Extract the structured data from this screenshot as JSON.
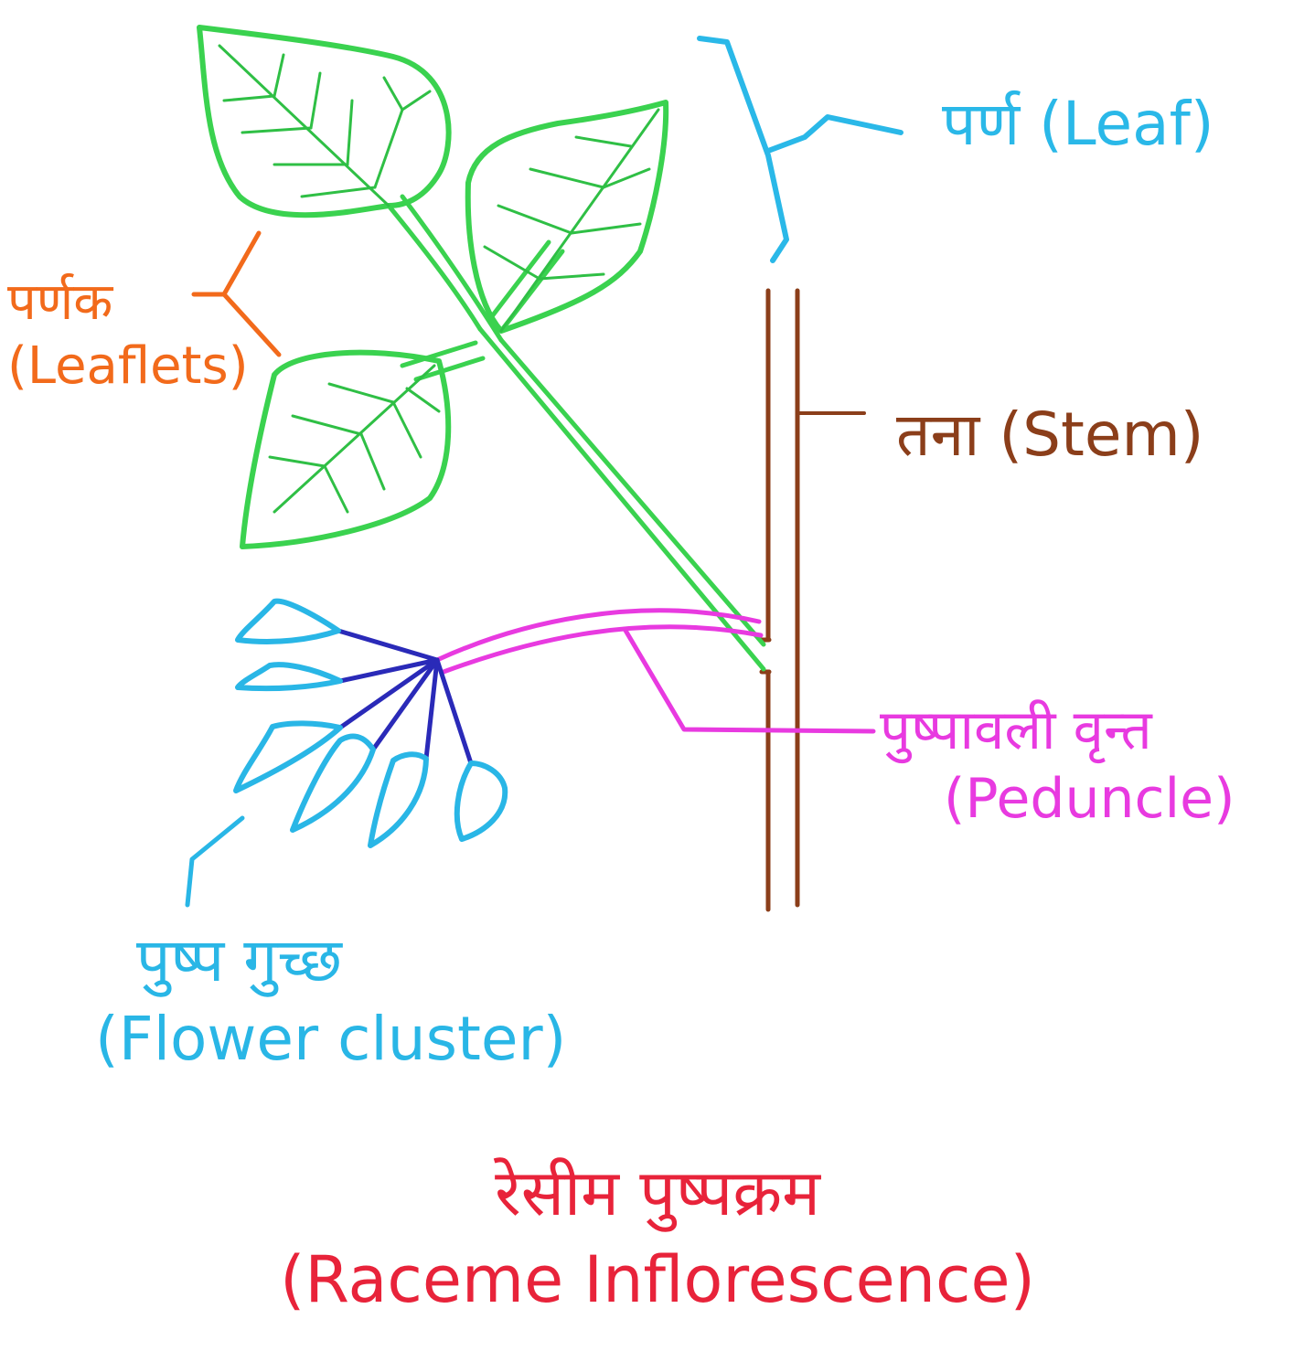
{
  "colors": {
    "leaf_green": "#3ad24f",
    "vein_green": "#2fbf45",
    "leaf_label": "#2ab8e8",
    "leaflets_label": "#f26a1b",
    "stem": "#8b3e1a",
    "peduncle": "#e83ae0",
    "flower_cluster": "#29b6e6",
    "pedicel": "#2a2ab8",
    "title": "#e8233a"
  },
  "labels": {
    "leaf": "पर्ण (Leaf)",
    "leaflets_hindi": "पर्णक",
    "leaflets_english": "(Leaflets)",
    "stem": "तना (Stem)",
    "peduncle_hindi": "पुष्पावली वृन्त",
    "peduncle_english": "(Peduncle)",
    "cluster_hindi": "पुष्प गुच्छ",
    "cluster_english": "(Flower cluster)",
    "title_hindi": "रेसीम पुष्पक्रम",
    "title_english": "(Raceme Inflorescence)"
  }
}
